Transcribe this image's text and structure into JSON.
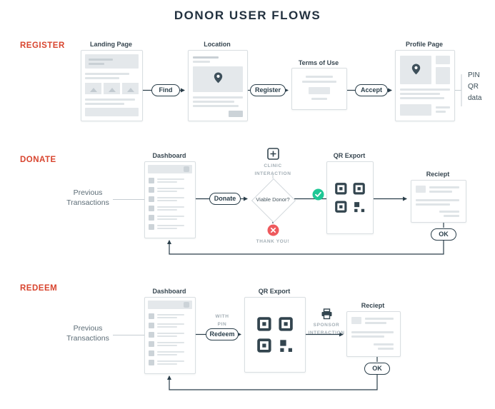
{
  "title": "DONOR USER FLOWS",
  "colors": {
    "accent_red": "#d8442e",
    "flow_teal": "#2a3e4a",
    "wire_gray": "#e4e8eb",
    "success_green": "#1ec795",
    "fail_red": "#ee5a5e",
    "caption_gray": "#a3aeb5"
  },
  "register": {
    "label": "REGISTER",
    "landing_page": "Landing Page",
    "find": "Find",
    "location": "Location",
    "register_btn": "Register",
    "terms": "Terms of Use",
    "accept": "Accept",
    "profile": "Profile Page",
    "outputs": "PIN\nQR\ndata"
  },
  "donate": {
    "label": "DONATE",
    "previous": "Previous\nTransactions",
    "dashboard": "Dashboard",
    "donate_btn": "Donate",
    "clinic": "CLINIC\nINTERACTION",
    "decision": "Viable Donor?",
    "thank_you": "THANK YOU!",
    "qr_export": "QR Export",
    "receipt": "Reciept",
    "ok": "OK"
  },
  "redeem": {
    "label": "REDEEM",
    "previous": "Previous\nTransactions",
    "dashboard": "Dashboard",
    "with_pin": "WITH\nPIN",
    "redeem_btn": "Redeem",
    "qr_export": "QR Export",
    "sponsor": "SPONSOR\nINTERACTION",
    "receipt": "Reciept",
    "ok": "OK"
  }
}
